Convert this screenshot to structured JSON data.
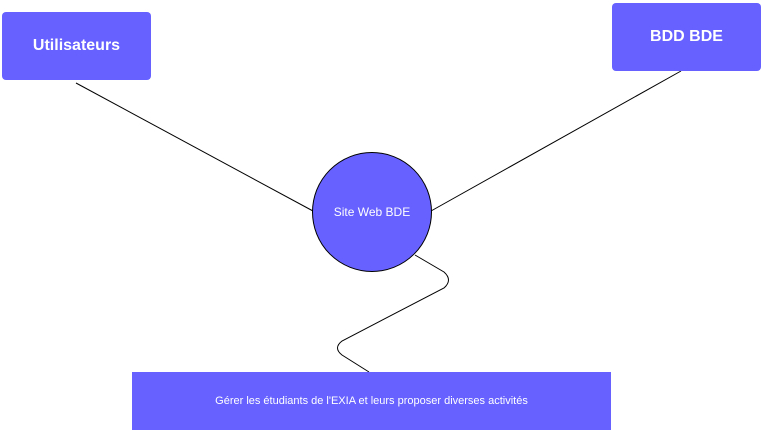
{
  "diagram": {
    "colors": {
      "node_fill": "#6661ff",
      "node_text": "#ffffff",
      "edge": "#000000"
    },
    "nodes": {
      "users": {
        "label": "Utilisateurs",
        "shape": "rounded-rectangle"
      },
      "bdd": {
        "label": "BDD BDE",
        "shape": "rounded-rectangle"
      },
      "site": {
        "label": "Site Web BDE",
        "shape": "circle"
      },
      "goal": {
        "label": "Gérer les étudiants de l'EXIA et leurs proposer diverses activités",
        "shape": "rectangle"
      }
    },
    "edges": [
      {
        "from": "users",
        "to": "site"
      },
      {
        "from": "bdd",
        "to": "site"
      },
      {
        "from": "site",
        "to": "goal"
      }
    ]
  }
}
